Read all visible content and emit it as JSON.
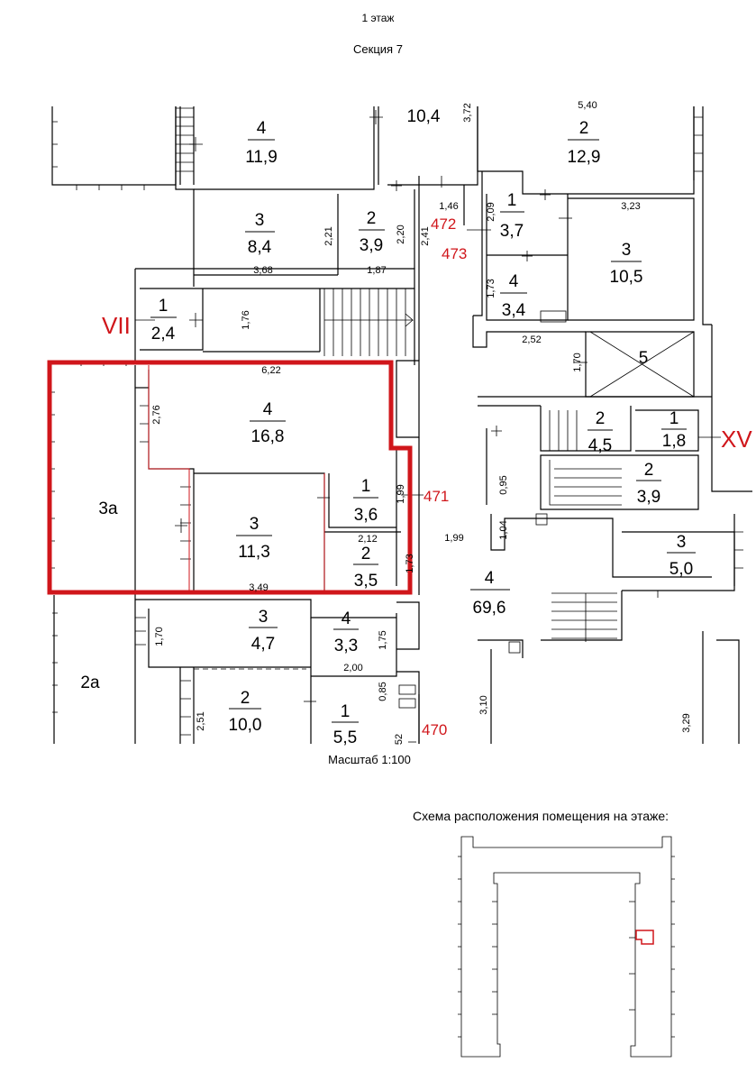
{
  "header": {
    "floor": "1 этаж",
    "section": "Секция 7"
  },
  "scale_label": "Масштаб 1:100",
  "scheme_title": "Схема расположения помещения на этаже:",
  "colors": {
    "highlight": "#d0161b",
    "lines": "#000000"
  },
  "markers": {
    "vii": "VII",
    "xv": "XV",
    "n470": "470",
    "n471": "471",
    "n472": "472",
    "n473": "473"
  },
  "rooms": {
    "r4a": {
      "num": "4",
      "area": "11,9"
    },
    "r104": {
      "area": "10,4"
    },
    "r2a": {
      "num": "2",
      "area": "12,9"
    },
    "r3a": {
      "num": "3",
      "area": "8,4"
    },
    "r2b": {
      "num": "2",
      "area": "3,9"
    },
    "r1a": {
      "num": "1",
      "area": "3,7"
    },
    "r3b": {
      "num": "3",
      "area": "10,5"
    },
    "r4b": {
      "num": "4",
      "area": "3,4"
    },
    "r1b": {
      "num": "1",
      "area": "2,4"
    },
    "r5": {
      "num": "5"
    },
    "r4c": {
      "num": "4",
      "area": "16,8"
    },
    "r2c": {
      "num": "2",
      "area": "4,5"
    },
    "r1c": {
      "num": "1",
      "area": "1,8"
    },
    "r3aa": {
      "num": "3а"
    },
    "r1d": {
      "num": "1",
      "area": "3,6"
    },
    "r2d": {
      "num": "2",
      "area": "3,9"
    },
    "r3c": {
      "num": "3",
      "area": "11,3"
    },
    "r2e": {
      "num": "2",
      "area": "3,5"
    },
    "r3d": {
      "num": "3",
      "area": "5,0"
    },
    "r4d": {
      "num": "4",
      "area": "69,6"
    },
    "r3e": {
      "num": "3",
      "area": "4,7"
    },
    "r4e": {
      "num": "4",
      "area": "3,3"
    },
    "r2aa": {
      "num": "2а"
    },
    "r2f": {
      "num": "2",
      "area": "10,0"
    },
    "r1e": {
      "num": "1",
      "area": "5,5"
    }
  },
  "dims": {
    "d540": "5,40",
    "d372": "3,72",
    "d146": "1,46",
    "d209": "2,09",
    "d323": "3,23",
    "d221": "2,21",
    "d220": "2,20",
    "d241": "2,41",
    "d173a": "1,73",
    "d368": "3,68",
    "d187": "1,87",
    "d176": "1,76",
    "d252": "2,52",
    "d170a": "1,70",
    "d622": "6,22",
    "d276": "2,76",
    "d095": "0,95",
    "d199a": "1,99",
    "d104": "1,04",
    "d212": "2,12",
    "d199b": "1,99",
    "d173b": "1,73",
    "d349": "3,49",
    "d170b": "1,70",
    "d175": "1,75",
    "d200": "2,00",
    "d085": "0,85",
    "d310": "3,10",
    "d329": "3,29",
    "d251": "2,51",
    "d52": "52"
  }
}
